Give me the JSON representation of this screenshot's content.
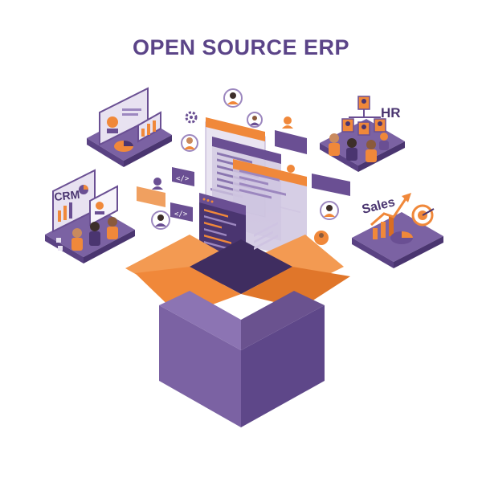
{
  "title": "OPEN SOURCE ERP",
  "modules": {
    "hr": {
      "label": "HR"
    },
    "crm": {
      "label": "CRM"
    },
    "sales": {
      "label": "Sales"
    }
  },
  "colors": {
    "purple": "#6a4f93",
    "purple_dark": "#4a3570",
    "purple_light": "#9c87bf",
    "orange": "#f0883a",
    "orange_dark": "#d96d22",
    "background": "#ffffff"
  },
  "icons": [
    "gear-icon",
    "code-icon",
    "person-icon",
    "chat-bubble-icon",
    "target-icon",
    "growth-arrow-icon",
    "pie-chart-icon",
    "bar-chart-icon",
    "org-chart-icon"
  ]
}
